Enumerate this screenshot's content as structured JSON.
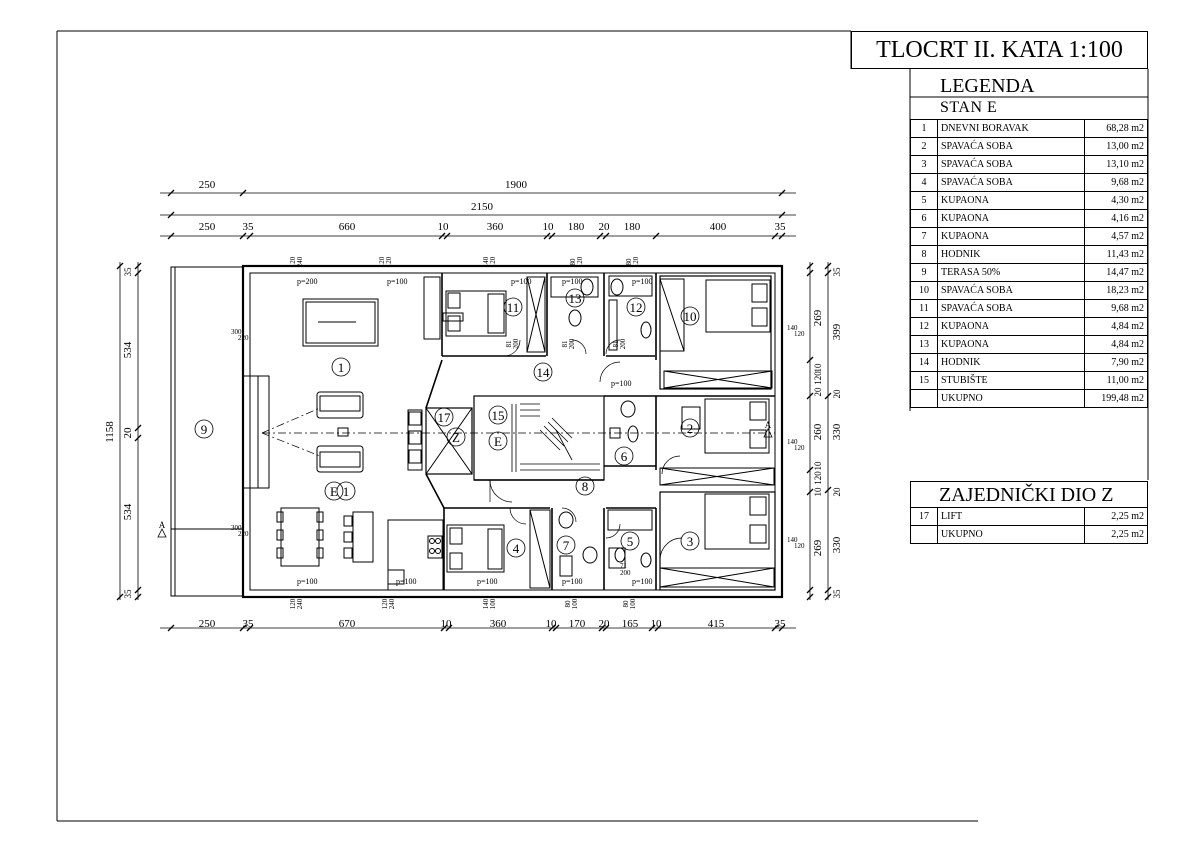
{
  "title": "TLOCRT II. KATA 1:100",
  "legend": {
    "heading": "LEGENDA",
    "stan_heading": "STAN E",
    "rows": [
      {
        "n": "1",
        "name": "DNEVNI BORAVAK",
        "area": "68,28 m2"
      },
      {
        "n": "2",
        "name": "SPAVAĆA SOBA",
        "area": "13,00 m2"
      },
      {
        "n": "3",
        "name": "SPAVAĆA SOBA",
        "area": "13,10 m2"
      },
      {
        "n": "4",
        "name": "SPAVAĆA SOBA",
        "area": "9,68 m2"
      },
      {
        "n": "5",
        "name": "KUPAONA",
        "area": "4,30 m2"
      },
      {
        "n": "6",
        "name": "KUPAONA",
        "area": "4,16 m2"
      },
      {
        "n": "7",
        "name": "KUPAONA",
        "area": "4,57 m2"
      },
      {
        "n": "8",
        "name": "HODNIK",
        "area": "11,43 m2"
      },
      {
        "n": "9",
        "name": "TERASA 50%",
        "area": "14,47 m2"
      },
      {
        "n": "10",
        "name": "SPAVAĆA SOBA",
        "area": "18,23 m2"
      },
      {
        "n": "11",
        "name": "SPAVAĆA SOBA",
        "area": "9,68 m2"
      },
      {
        "n": "12",
        "name": "KUPAONA",
        "area": "4,84 m2"
      },
      {
        "n": "13",
        "name": "KUPAONA",
        "area": "4,84 m2"
      },
      {
        "n": "14",
        "name": "HODNIK",
        "area": "7,90 m2"
      },
      {
        "n": "15",
        "name": "STUBIŠTE",
        "area": "11,00 m2"
      },
      {
        "n": "",
        "name": "UKUPNO",
        "area": "199,48 m2"
      }
    ],
    "common_heading": "ZAJEDNIČKI DIO Z",
    "common_rows": [
      {
        "n": "17",
        "name": "LIFT",
        "area": "2,25 m2"
      },
      {
        "n": "",
        "name": "UKUPNO",
        "area": "2,25 m2"
      }
    ]
  },
  "dimensions": {
    "top_row1": [
      "250",
      "1900"
    ],
    "top_row2": [
      "2150"
    ],
    "top_row3": [
      "250",
      "35",
      "660",
      "10",
      "360",
      "10",
      "180",
      "20",
      "180",
      "400",
      "35"
    ],
    "bottom_row": [
      "250",
      "35",
      "670",
      "10",
      "360",
      "10",
      "170",
      "20",
      "165",
      "10",
      "415",
      "35"
    ],
    "left_outer": [
      "1158"
    ],
    "left_inner": [
      "534",
      "20",
      "534"
    ],
    "left_small": [
      "35",
      "35"
    ],
    "right_inner": [
      "269",
      "20",
      "120",
      "10",
      "260",
      "10",
      "120",
      "10",
      "269"
    ],
    "right_outer": [
      "399",
      "330",
      "330"
    ],
    "right_small": [
      "35",
      "35",
      "20",
      "20"
    ],
    "openings_top": [
      "120",
      "120",
      "140",
      "80",
      "80"
    ],
    "openings_top_sub": [
      "240",
      "120",
      "120",
      "120",
      "120"
    ],
    "openings_bottom": [
      "120",
      "120",
      "140",
      "80",
      "80"
    ],
    "openings_bottom_sub": [
      "240",
      "240",
      "100",
      "100",
      "100"
    ]
  },
  "window_labels": [
    "p=200",
    "p=100",
    "p=100",
    "p=100",
    "p=100",
    "p=100",
    "p=100",
    "p=100",
    "p=100",
    "p=100",
    "p=100"
  ],
  "side_window_labels": [
    "300",
    "220",
    "300",
    "220",
    "140",
    "120",
    "140",
    "120",
    "140",
    "120"
  ],
  "door_labels": [
    "81",
    "200",
    "81",
    "200",
    "71",
    "200",
    "81",
    "200"
  ],
  "room_numbers": [
    "1",
    "2",
    "3",
    "4",
    "5",
    "6",
    "7",
    "8",
    "9",
    "10",
    "11",
    "12",
    "13",
    "14",
    "15",
    "17"
  ],
  "room_letters": [
    "E",
    "Z",
    "E",
    "1"
  ],
  "section_marks": [
    "A",
    "A"
  ]
}
